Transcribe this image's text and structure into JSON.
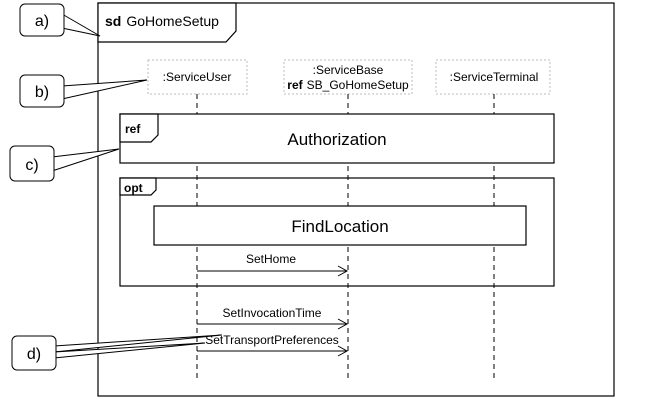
{
  "frame": {
    "keyword": "sd",
    "name": "GoHomeSetup"
  },
  "lifelines": [
    {
      "id": "service-user",
      "label": ":ServiceUser"
    },
    {
      "id": "service-base",
      "label": ":ServiceBase",
      "ref_keyword": "ref",
      "ref_name": "SB_GoHomeSetup"
    },
    {
      "id": "service-terminal",
      "label": ":ServiceTerminal"
    }
  ],
  "fragments": {
    "authorization": {
      "operator": "ref",
      "label": "Authorization"
    },
    "opt": {
      "operator": "opt"
    },
    "find_location": {
      "label": "FindLocation"
    }
  },
  "messages": [
    {
      "label": "SetHome",
      "from": ":ServiceUser",
      "to": ":ServiceBase"
    },
    {
      "label": "SetInvocationTime",
      "from": ":ServiceUser",
      "to": ":ServiceBase"
    },
    {
      "label": "SetTransportPreferences",
      "from": ":ServiceUser",
      "to": ":ServiceBase"
    }
  ],
  "callouts": [
    {
      "label": "a)"
    },
    {
      "label": "b)"
    },
    {
      "label": "c)"
    },
    {
      "label": "d)"
    }
  ],
  "colors": {
    "line": "#000000",
    "callout_fill": "#ffffff"
  }
}
